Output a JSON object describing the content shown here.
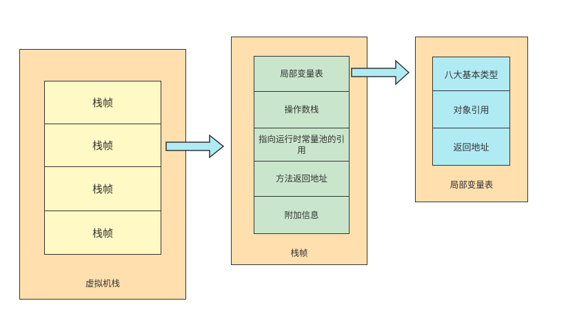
{
  "colors": {
    "panel_fill": "#ffdfad",
    "yellow_fill": "#fff9c5",
    "green_fill": "#c9e6cc",
    "cyan_fill": "#b0ebf4",
    "arrow_fill": "#b0ebf4",
    "stroke": "#333333"
  },
  "jvm_stack": {
    "frames": [
      "栈帧",
      "栈帧",
      "栈帧",
      "栈帧"
    ],
    "caption": "虚拟机栈"
  },
  "stack_frame": {
    "items": [
      "局部变量表",
      "操作数栈",
      "指向运行时常量池的引用",
      "方法返回地址",
      "附加信息"
    ],
    "caption": "栈帧"
  },
  "local_var_table": {
    "items": [
      "八大基本类型",
      "对象引用",
      "返回地址"
    ],
    "caption": "局部变量表"
  }
}
